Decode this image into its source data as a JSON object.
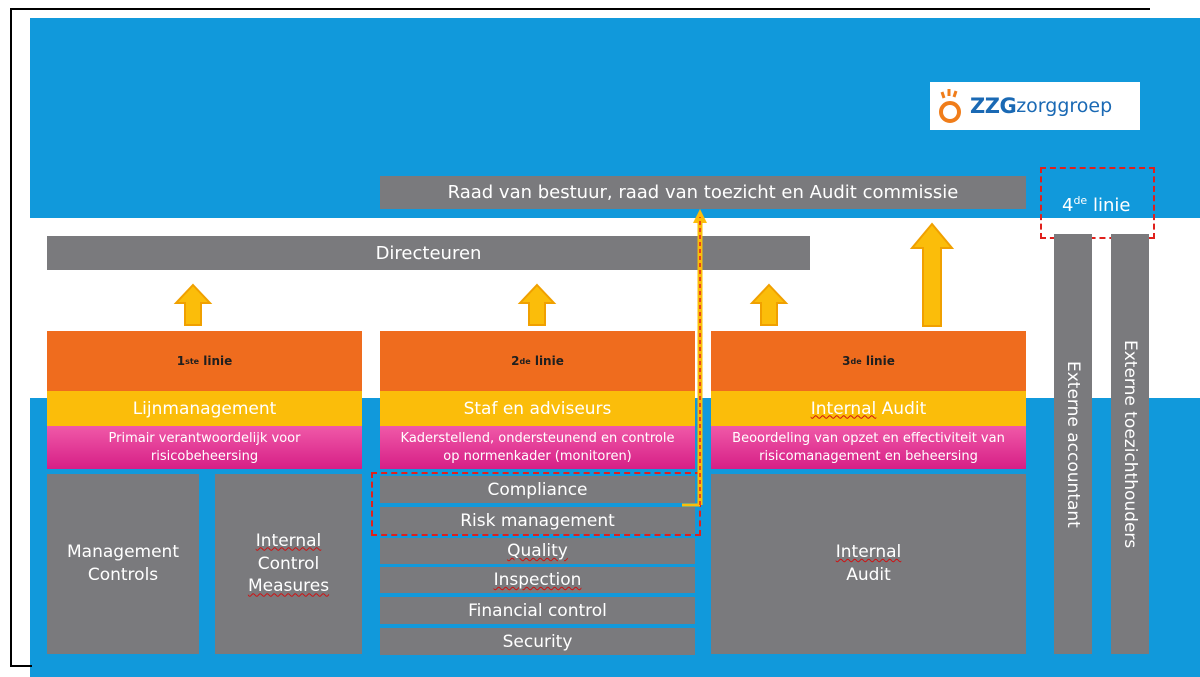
{
  "logo": {
    "brand": "ZZG",
    "text": "zorggroep"
  },
  "board": {
    "label": "Raad van bestuur, raad van toezicht en Audit commissie"
  },
  "directors": {
    "label": "Directeuren"
  },
  "fourth_line": {
    "number": "4",
    "sup": "de",
    "label": "linie"
  },
  "lines": [
    {
      "number": "1",
      "sup": "ste",
      "label": "linie",
      "role": "Lijnmanagement",
      "description": "Primair verantwoordelijk voor risicobeheersing"
    },
    {
      "number": "2",
      "sup": "de",
      "label": "linie",
      "role": "Staf en adviseurs",
      "description": "Kaderstellend, ondersteunend en controle op normenkader (monitoren)"
    },
    {
      "number": "3",
      "sup": "de",
      "label": "linie",
      "role_underlined": "Internal",
      "role_rest": " Audit",
      "description": "Beoordeling van opzet en effectiviteit van risicomanagement en beheersing"
    }
  ],
  "first_line_boxes": {
    "management_controls": "Management Controls",
    "internal_control": {
      "word1": "Internal",
      "word2": "Control",
      "word3": "Measures"
    }
  },
  "second_line_functions": [
    "Compliance",
    "Risk management",
    "Quality",
    "Inspection",
    "Financial control",
    "Security"
  ],
  "third_line_box": {
    "word1": "Internal",
    "word2": "Audit"
  },
  "external": {
    "accountant": "Externe accountant",
    "supervisors": "Externe toezichthouders"
  },
  "colors": {
    "blue": "#1199db",
    "grey": "#7a7a7d",
    "orange": "#ef6c1e",
    "yellow": "#fbbd0a",
    "pink": "#d61f86",
    "red_dash": "#e0201c",
    "logo_blue": "#1a69b4"
  }
}
